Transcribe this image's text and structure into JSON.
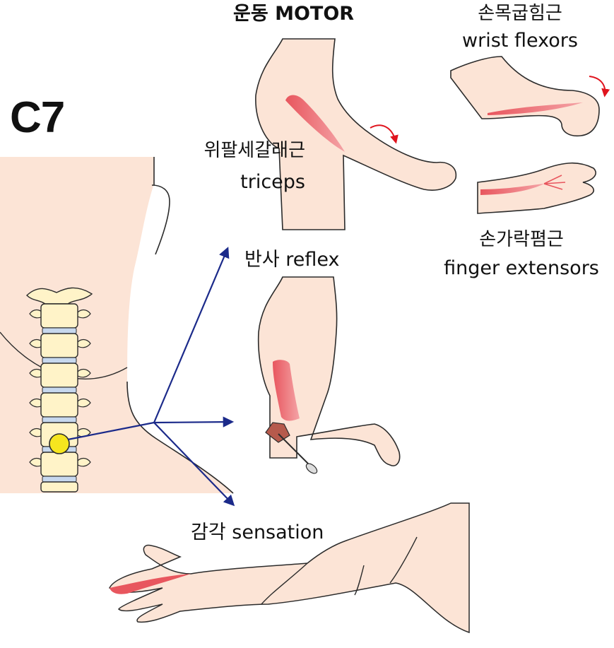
{
  "level": "C7",
  "motor": {
    "title": "운동 MOTOR",
    "triceps": {
      "ko": "위팔세갈래근",
      "en": "triceps"
    },
    "wrist_flexors": {
      "ko": "손목굽힘근",
      "en": "wrist flexors"
    },
    "finger_extensors": {
      "ko": "손가락폄근",
      "en": "finger extensors"
    }
  },
  "reflex": {
    "title": "반사 reflex"
  },
  "sensation": {
    "title": "감각 sensation"
  },
  "colors": {
    "skin": "#FCE4D6",
    "outline": "#2b2b2b",
    "muscle": "#E8565E",
    "arrow_blue": "#1B2A8A",
    "arrow_red": "#E0141E",
    "marker_yellow": "#F6E51F",
    "vertebra": "#FFF3C8",
    "disc": "#C7D8EE",
    "hammer": "#B65A4C"
  },
  "icons": [
    "spine-icon",
    "reflex-hammer-icon",
    "rotation-arrow-icon"
  ]
}
